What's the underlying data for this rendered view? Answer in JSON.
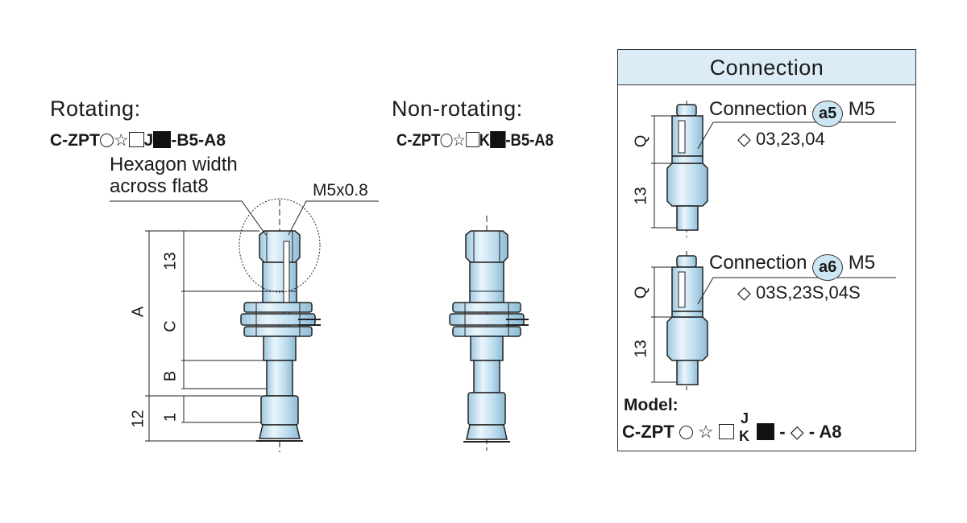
{
  "rotating": {
    "title": "Rotating:",
    "model_prefix": "C-ZPT",
    "model_star": "☆",
    "model_letter": "J",
    "model_suffix": "-B5-A8",
    "hex_line1": "Hexagon width",
    "hex_line2": "across flat8",
    "thread": "M5x0.8",
    "dims": {
      "a": "A",
      "h13": "13",
      "c": "C",
      "b": "B",
      "one": "1",
      "twelve": "12"
    }
  },
  "non_rotating": {
    "title": "Non-rotating:",
    "model_prefix": "C-ZPT",
    "model_star": "☆",
    "model_letter": "K",
    "model_suffix": "-B5-A8"
  },
  "connection": {
    "header": "Connection",
    "a5": {
      "label": "Connection",
      "badge": "a5",
      "thread": "M5",
      "diamond": "◇",
      "codes": "03,23,04",
      "q": "Q",
      "h13": "13"
    },
    "a6": {
      "label": "Connection",
      "badge": "a6",
      "thread": "M5",
      "diamond": "◇",
      "codes": "03S,23S,04S",
      "q": "Q",
      "h13": "13"
    },
    "model_label": "Model:",
    "model_prefix": "C-ZPT",
    "model_star": "☆",
    "model_j": "J",
    "model_k": "K",
    "model_dash1": "-",
    "model_diamond": "◇",
    "model_suffix": "- A8"
  },
  "colors": {
    "fill": "#cfe6f3",
    "line": "#222222",
    "header": "#dcecf6"
  }
}
